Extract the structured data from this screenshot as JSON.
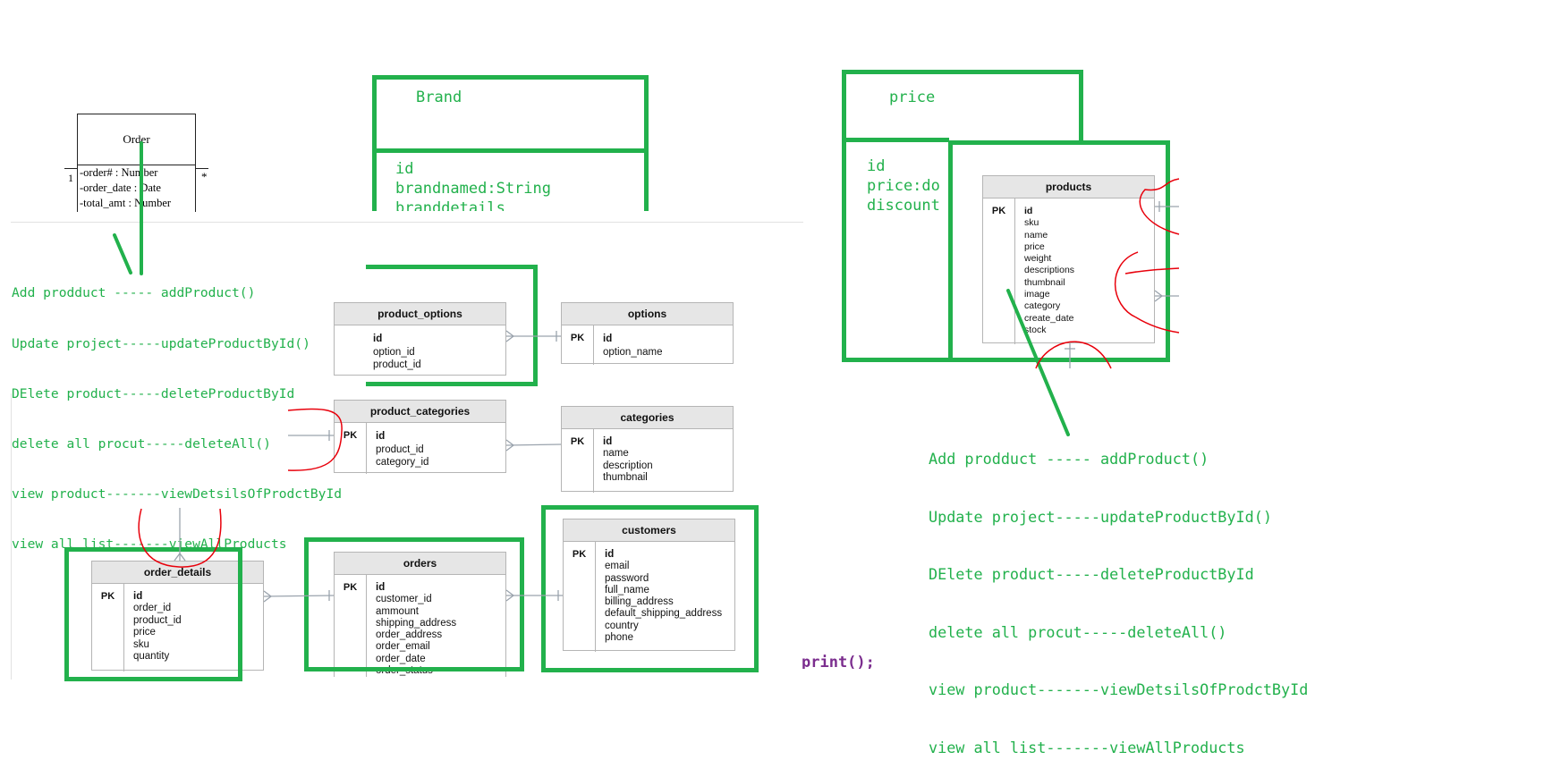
{
  "order_uml": {
    "title": "Order",
    "fields": [
      "-order# : Number",
      "-order_date : Date",
      "-total_amt : Number"
    ],
    "mult_left": "1",
    "mult_right": "*"
  },
  "brand_box": {
    "title": "Brand",
    "fields": [
      "id",
      "brandnamed:String",
      "branddetails"
    ]
  },
  "price_box": {
    "title": "price",
    "fields": [
      "id",
      "price:do",
      "discount"
    ]
  },
  "crud_notes": [
    "Add prodduct ----- addProduct()",
    "Update project-----updateProductById()",
    "DElete product-----deleteProductById",
    "delete all procut-----deleteAll()",
    "view product-------viewDetsilsOfProdctById",
    "view all list-------viewAllProducts"
  ],
  "tables": {
    "pk_label": "PK",
    "products": {
      "name": "products",
      "fields": [
        "id",
        "sku",
        "name",
        "price",
        "weight",
        "descriptions",
        "thumbnail",
        "image",
        "category",
        "create_date",
        "stock"
      ]
    },
    "product_options": {
      "name": "product_options",
      "fields": [
        "id",
        "option_id",
        "product_id"
      ]
    },
    "options": {
      "name": "options",
      "fields": [
        "id",
        "option_name"
      ]
    },
    "product_categories": {
      "name": "product_categories",
      "fields": [
        "id",
        "product_id",
        "category_id"
      ]
    },
    "categories": {
      "name": "categories",
      "fields": [
        "id",
        "name",
        "description",
        "thumbnail"
      ]
    },
    "order_details": {
      "name": "order_details",
      "fields": [
        "id",
        "order_id",
        "product_id",
        "price",
        "sku",
        "quantity"
      ]
    },
    "orders": {
      "name": "orders",
      "fields": [
        "id",
        "customer_id",
        "ammount",
        "shipping_address",
        "order_address",
        "order_email",
        "order_date",
        "order_status"
      ]
    },
    "customers": {
      "name": "customers",
      "fields": [
        "id",
        "email",
        "password",
        "full_name",
        "billing_address",
        "default_shipping_address",
        "country",
        "phone"
      ]
    }
  },
  "code_fragment": "print();",
  "colors": {
    "annotation_green": "#22b14c",
    "marker_red": "#e8000b",
    "code_purple": "#7b2d8e"
  }
}
